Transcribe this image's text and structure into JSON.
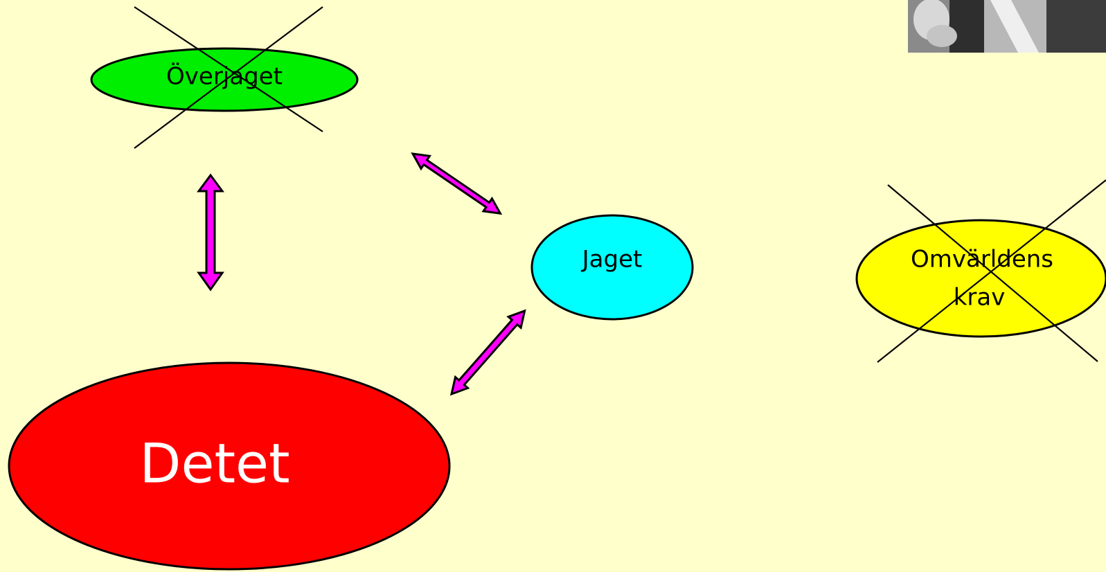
{
  "nodes": {
    "overjaget": {
      "label": "Överjaget",
      "color": "#00EE00",
      "crossed": true
    },
    "jaget": {
      "label": "Jaget",
      "color": "#00FFFF",
      "crossed": false
    },
    "detet": {
      "label": "Detet",
      "color": "#FF0000",
      "crossed": false
    },
    "omvarlden": {
      "line1": "Omvärldens",
      "line2": "krav",
      "color": "#FFFF00",
      "crossed": true
    }
  },
  "colors": {
    "background": "#FFFFCC",
    "arrow_fill": "#FF00FF",
    "outline": "#000000"
  },
  "photo": {
    "icon": "portrait-photo",
    "tone": "grayscale"
  }
}
